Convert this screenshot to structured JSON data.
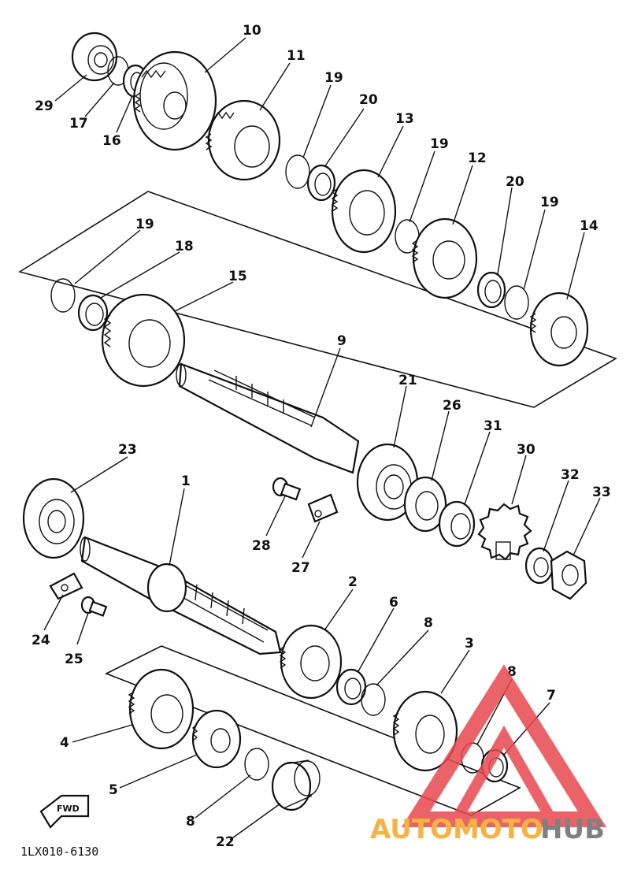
{
  "diagram": {
    "drawing_code": "1LX010-6130",
    "fwd_label": "FWD",
    "callouts": [
      {
        "id": "c29",
        "text": "29"
      },
      {
        "id": "c17",
        "text": "17"
      },
      {
        "id": "c16",
        "text": "16"
      },
      {
        "id": "c10",
        "text": "10"
      },
      {
        "id": "c11",
        "text": "11"
      },
      {
        "id": "c19a",
        "text": "19"
      },
      {
        "id": "c20a",
        "text": "20"
      },
      {
        "id": "c13",
        "text": "13"
      },
      {
        "id": "c19b",
        "text": "19"
      },
      {
        "id": "c12",
        "text": "12"
      },
      {
        "id": "c20b",
        "text": "20"
      },
      {
        "id": "c19c",
        "text": "19"
      },
      {
        "id": "c14",
        "text": "14"
      },
      {
        "id": "c19d",
        "text": "19"
      },
      {
        "id": "c18",
        "text": "18"
      },
      {
        "id": "c15",
        "text": "15"
      },
      {
        "id": "c9",
        "text": "9"
      },
      {
        "id": "c21",
        "text": "21"
      },
      {
        "id": "c26",
        "text": "26"
      },
      {
        "id": "c31",
        "text": "31"
      },
      {
        "id": "c30",
        "text": "30"
      },
      {
        "id": "c32",
        "text": "32"
      },
      {
        "id": "c33",
        "text": "33"
      },
      {
        "id": "c23",
        "text": "23"
      },
      {
        "id": "c1",
        "text": "1"
      },
      {
        "id": "c28",
        "text": "28"
      },
      {
        "id": "c27",
        "text": "27"
      },
      {
        "id": "c24",
        "text": "24"
      },
      {
        "id": "c25",
        "text": "25"
      },
      {
        "id": "c2",
        "text": "2"
      },
      {
        "id": "c6",
        "text": "6"
      },
      {
        "id": "c8a",
        "text": "8"
      },
      {
        "id": "c3",
        "text": "3"
      },
      {
        "id": "c8b",
        "text": "8"
      },
      {
        "id": "c7",
        "text": "7"
      },
      {
        "id": "c4",
        "text": "4"
      },
      {
        "id": "c5",
        "text": "5"
      },
      {
        "id": "c8c",
        "text": "8"
      },
      {
        "id": "c22",
        "text": "22"
      }
    ]
  },
  "watermark": {
    "text_a": "AUTOMOTO",
    "text_b": "HUB",
    "color_a": "#f5a623",
    "color_b": "#6b6b6b",
    "triangle_color": "#e8484f"
  }
}
